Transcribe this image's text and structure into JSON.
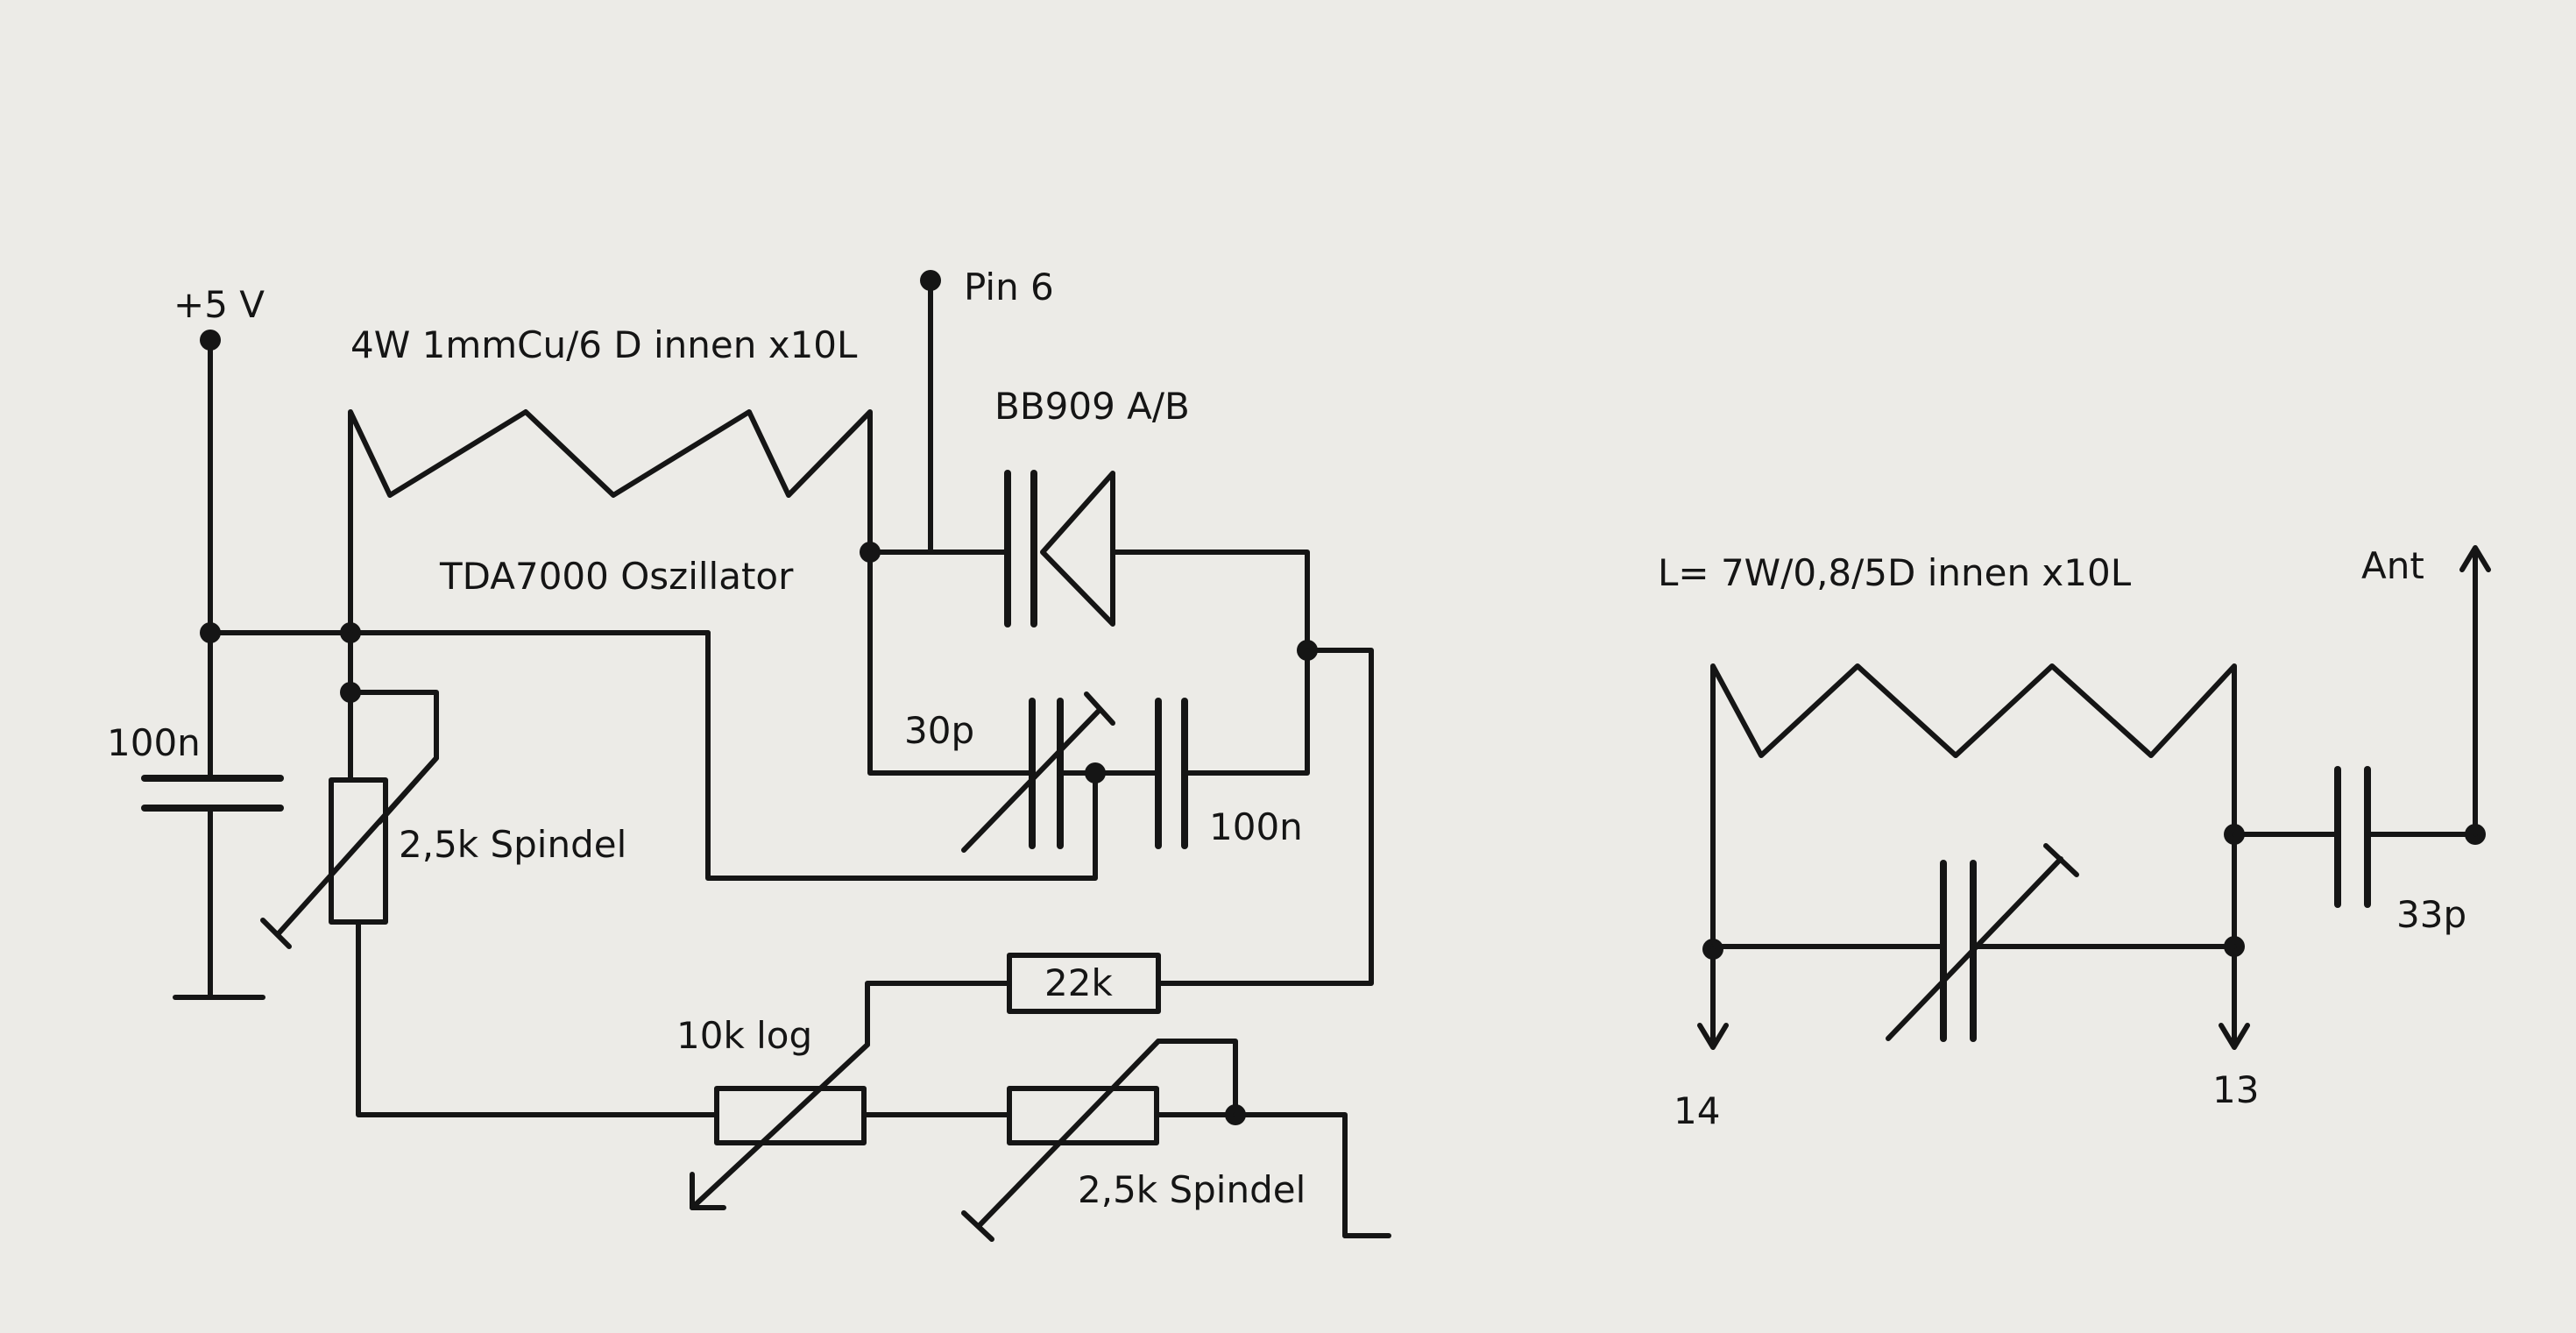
{
  "labels": {
    "supply": "+5 V",
    "coil_main": "4W 1mmCu/6 D innen x10L",
    "pin6": "Pin 6",
    "varicap": "BB909 A/B",
    "osc": "TDA7000 Oszillator",
    "c_supply": "100n",
    "trim_cap": "30p",
    "c_series": "100n",
    "pot_spindel_1": "2,5k Spindel",
    "r_22k": "22k",
    "pot_log": "10k log",
    "pot_spindel_2": "2,5k Spindel",
    "coil_ant": "L= 7W/0,8/5D innen x10L",
    "ant": "Ant",
    "c_ant": "33p",
    "pin14": "14",
    "pin13": "13"
  }
}
